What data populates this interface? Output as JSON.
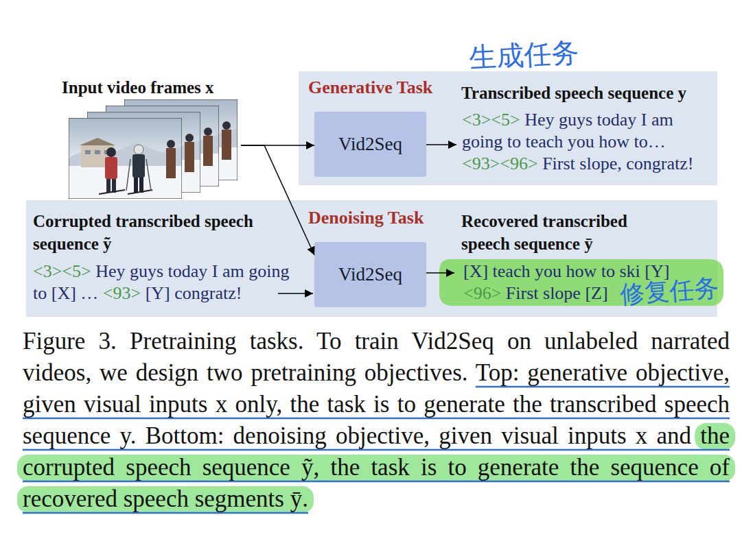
{
  "diagram": {
    "caption": "Figure 3. Pretraining tasks. To train Vid2Seq on unlabeled narrated videos, we design two pretraining objectives. Top: generative objective, given visual inputs x only, the task is to generate the transcribed speech sequence y. Bottom: denoising objective, given visual inputs x and the corrupted speech sequence ỹ, the task is to generate the sequence of recovered speech segments ȳ.",
    "nodes": [
      {
        "text": [
          "Input video frames x"
        ]
      },
      {
        "text": [
          "Generative Task",
          "Transcribed speech sequence y",
          "<3><5>",
          "Hey guys today I am going to teach you how to…",
          "<93><96>",
          "First slope, congratz!"
        ]
      },
      {
        "text": [
          "Vid2Seq"
        ],
        "in": 1
      },
      {
        "text": [
          "Corrupted transcribed speech sequence ỹ",
          "<3><5>",
          "Hey guys today I am going to [X] …",
          "<93>",
          "[Y] congratz!",
          "Denoising Task",
          "Recovered transcribed speech sequence ȳ",
          "[X] teach you how to ski [Y]",
          "<96>",
          "First slope [Z]"
        ]
      },
      {
        "text": [
          "Vid2Seq"
        ],
        "in": 3
      }
    ],
    "edges": [
      {
        "from": 0,
        "to": 2,
        "arrow": "to"
      },
      {
        "from": 0,
        "to": 4,
        "arrow": "to"
      }
    ],
    "labels": [
      "生成任务",
      "修复任务"
    ]
  }
}
